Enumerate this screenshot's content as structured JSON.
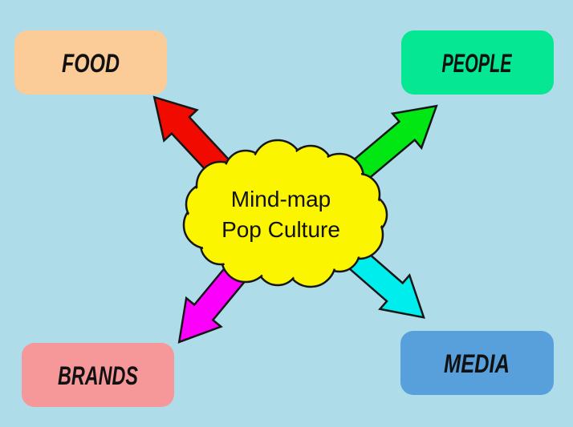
{
  "diagram": {
    "center": {
      "line1": "Mind-map",
      "line2": "Pop Culture"
    },
    "nodes": [
      {
        "id": "food",
        "label": "FOOD",
        "position": "top-left",
        "box_color": "#fbcb98",
        "arrow_color": "#f00a00"
      },
      {
        "id": "people",
        "label": "PEOPLE",
        "position": "top-right",
        "box_color": "#06e794",
        "arrow_color": "#00e713"
      },
      {
        "id": "brands",
        "label": "BRANDS",
        "position": "bottom-left",
        "box_color": "#f69899",
        "arrow_color": "#fb00fb"
      },
      {
        "id": "media",
        "label": "MEDIA",
        "position": "bottom-right",
        "box_color": "#58a0db",
        "arrow_color": "#00eded"
      }
    ],
    "colors": {
      "background": "#aedce9",
      "cloud": "#fbf500",
      "outline": "#161616",
      "text": "#111111"
    }
  }
}
